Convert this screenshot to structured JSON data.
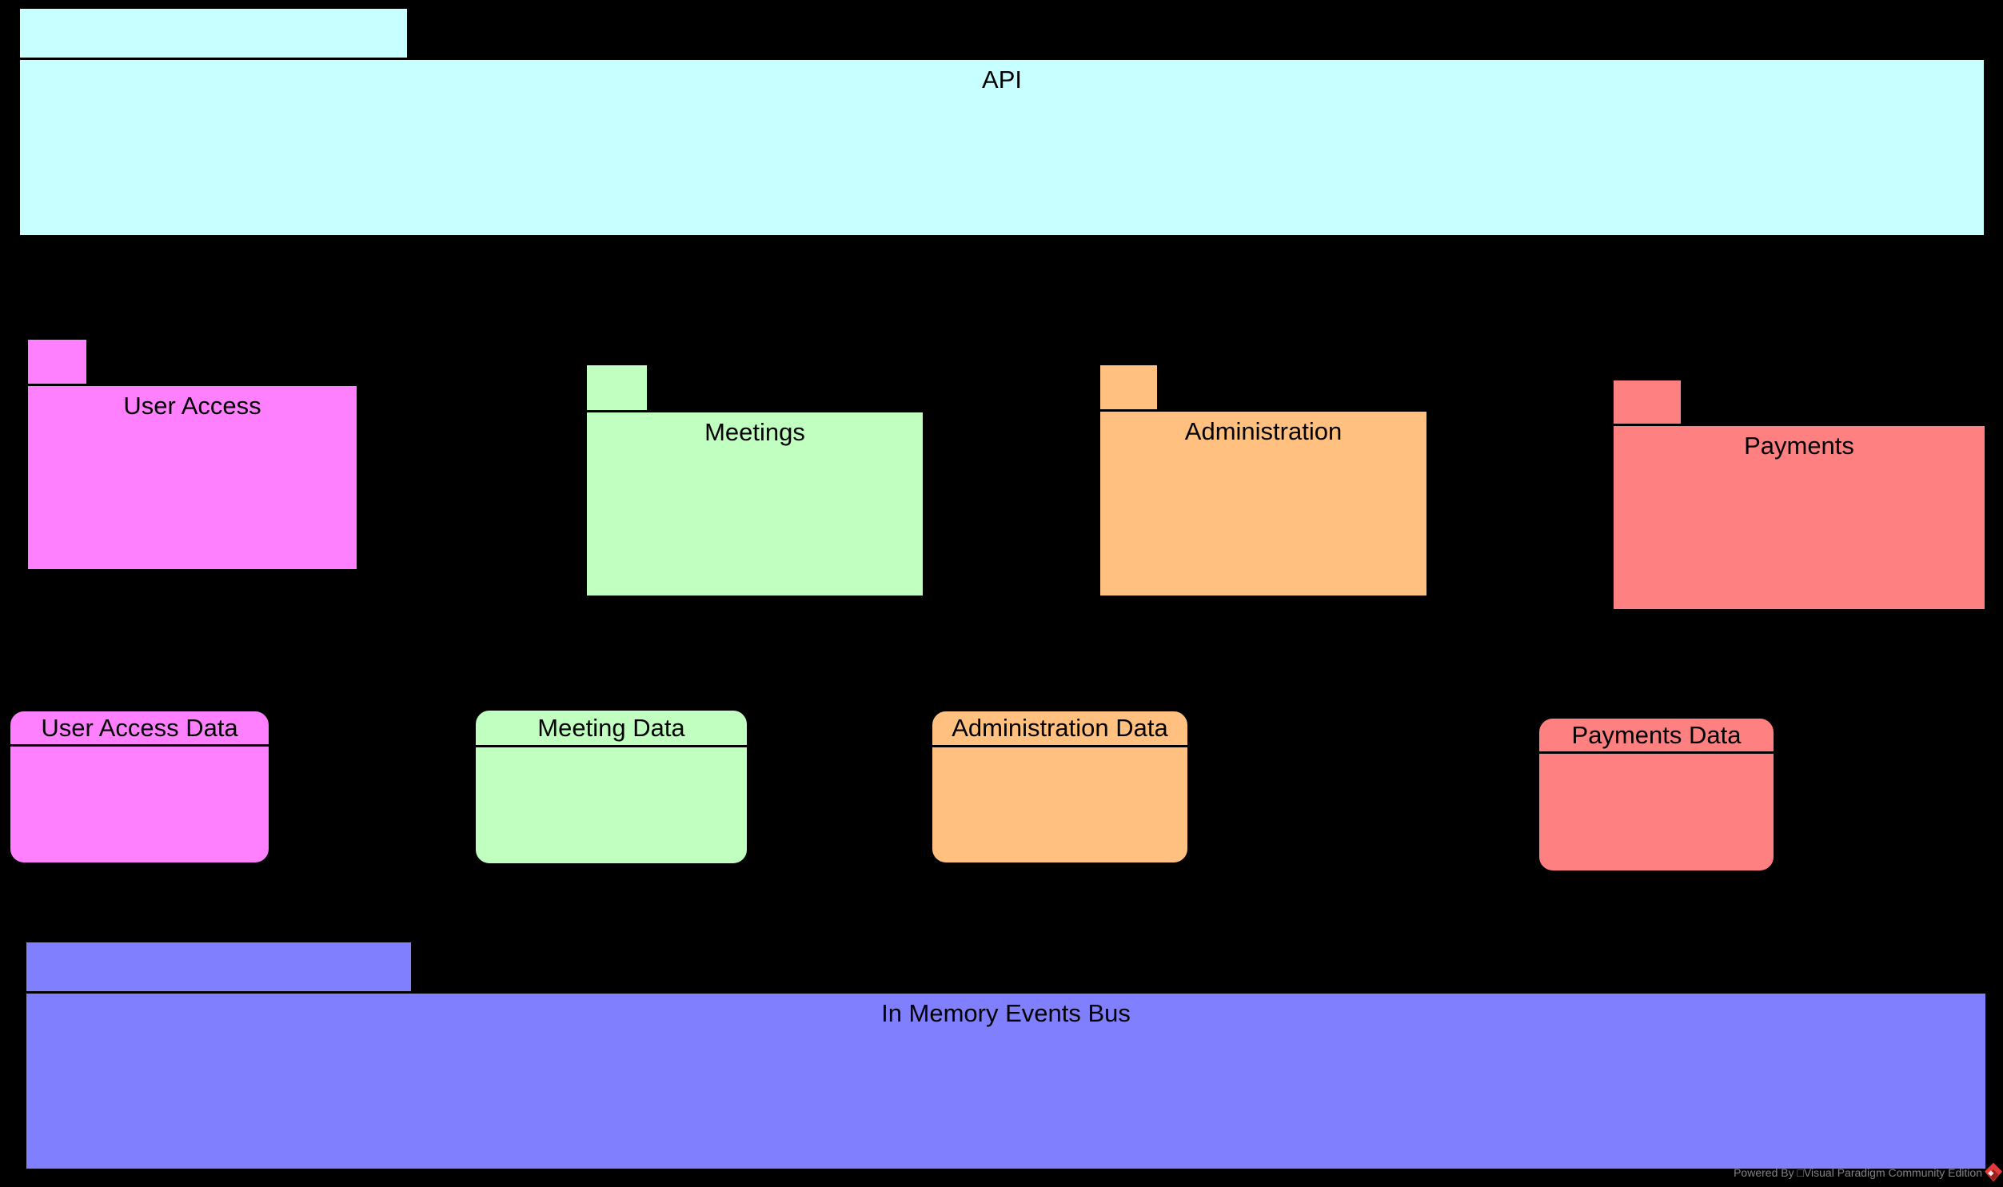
{
  "colors": {
    "background": "#000000",
    "api": "#C8FFFF",
    "user_access": "#FF80FF",
    "meetings": "#C0FFC0",
    "administration": "#FFC080",
    "payments": "#FF8080",
    "events_bus": "#8080FF",
    "watermark_text": "#828282",
    "logo_red": "#E03A3A",
    "logo_dark_red": "#9E1F1F"
  },
  "packages": {
    "api": {
      "label": "API"
    },
    "user_access": {
      "label": "User Access"
    },
    "meetings": {
      "label": "Meetings"
    },
    "administration": {
      "label": "Administration"
    },
    "payments": {
      "label": "Payments"
    },
    "events_bus": {
      "label": "In Memory Events Bus"
    }
  },
  "datastores": {
    "user_access_data": {
      "label": "User Access Data"
    },
    "meeting_data": {
      "label": "Meeting Data"
    },
    "administration_data": {
      "label": "Administration Data"
    },
    "payments_data": {
      "label": "Payments Data"
    }
  },
  "watermark": {
    "text": "Powered By □Visual Paradigm Community Edition"
  }
}
